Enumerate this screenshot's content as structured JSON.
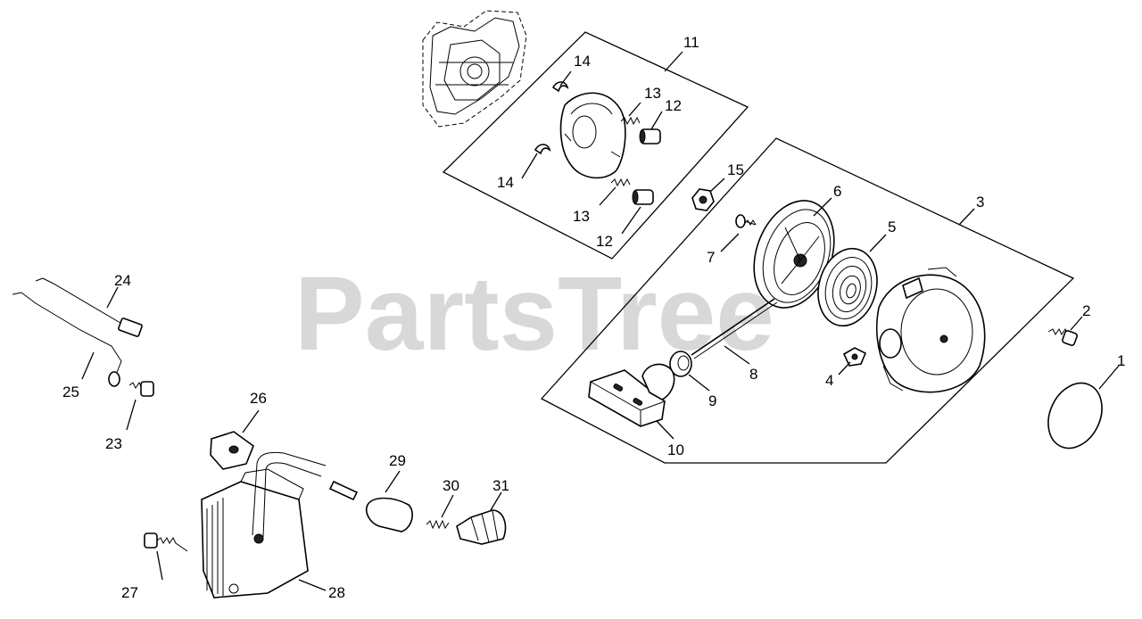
{
  "watermark": "PartsTree",
  "labels": {
    "l1": "1",
    "l2": "2",
    "l3": "3",
    "l4": "4",
    "l5": "5",
    "l6": "6",
    "l7": "7",
    "l8": "8",
    "l9": "9",
    "l10": "10",
    "l11": "11",
    "l12a": "12",
    "l12b": "12",
    "l13a": "13",
    "l13b": "13",
    "l14a": "14",
    "l14b": "14",
    "l15": "15",
    "l23": "23",
    "l24": "24",
    "l25": "25",
    "l26": "26",
    "l27": "27",
    "l28": "28",
    "l29": "29",
    "l30": "30",
    "l31": "31"
  }
}
